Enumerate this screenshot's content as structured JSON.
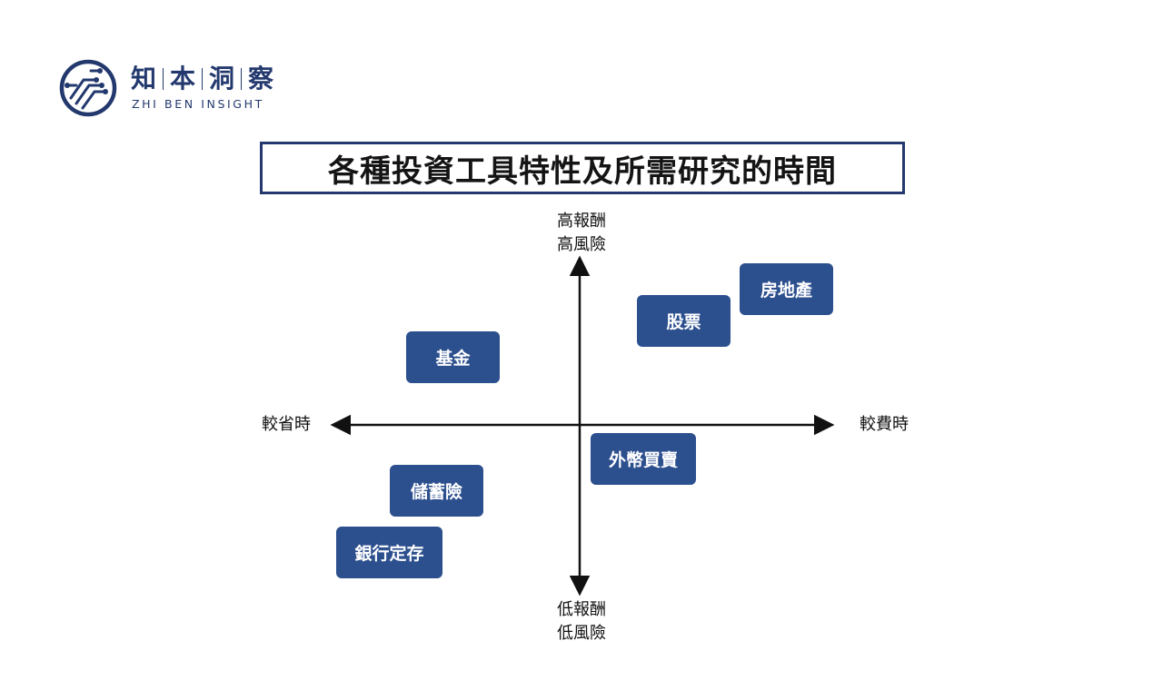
{
  "brand": {
    "cn_chars": [
      "知",
      "本",
      "洞",
      "察"
    ],
    "en_name": "ZHI BEN INSIGHT",
    "logo_icon": "circuit-globe-icon",
    "color": "#23396e"
  },
  "title": "各種投資工具特性及所需研究的時間",
  "axes": {
    "top": [
      "高報酬",
      "高風險"
    ],
    "bottom": [
      "低報酬",
      "低風險"
    ],
    "left": "較省時",
    "right": "較費時"
  },
  "items": [
    {
      "label": "房地產"
    },
    {
      "label": "股票"
    },
    {
      "label": "基金"
    },
    {
      "label": "外幣買賣"
    },
    {
      "label": "儲蓄險"
    },
    {
      "label": "銀行定存"
    }
  ],
  "colors": {
    "node_fill": "#2c4f8e",
    "node_text": "#ffffff",
    "border": "#23396e",
    "axis": "#111111"
  }
}
